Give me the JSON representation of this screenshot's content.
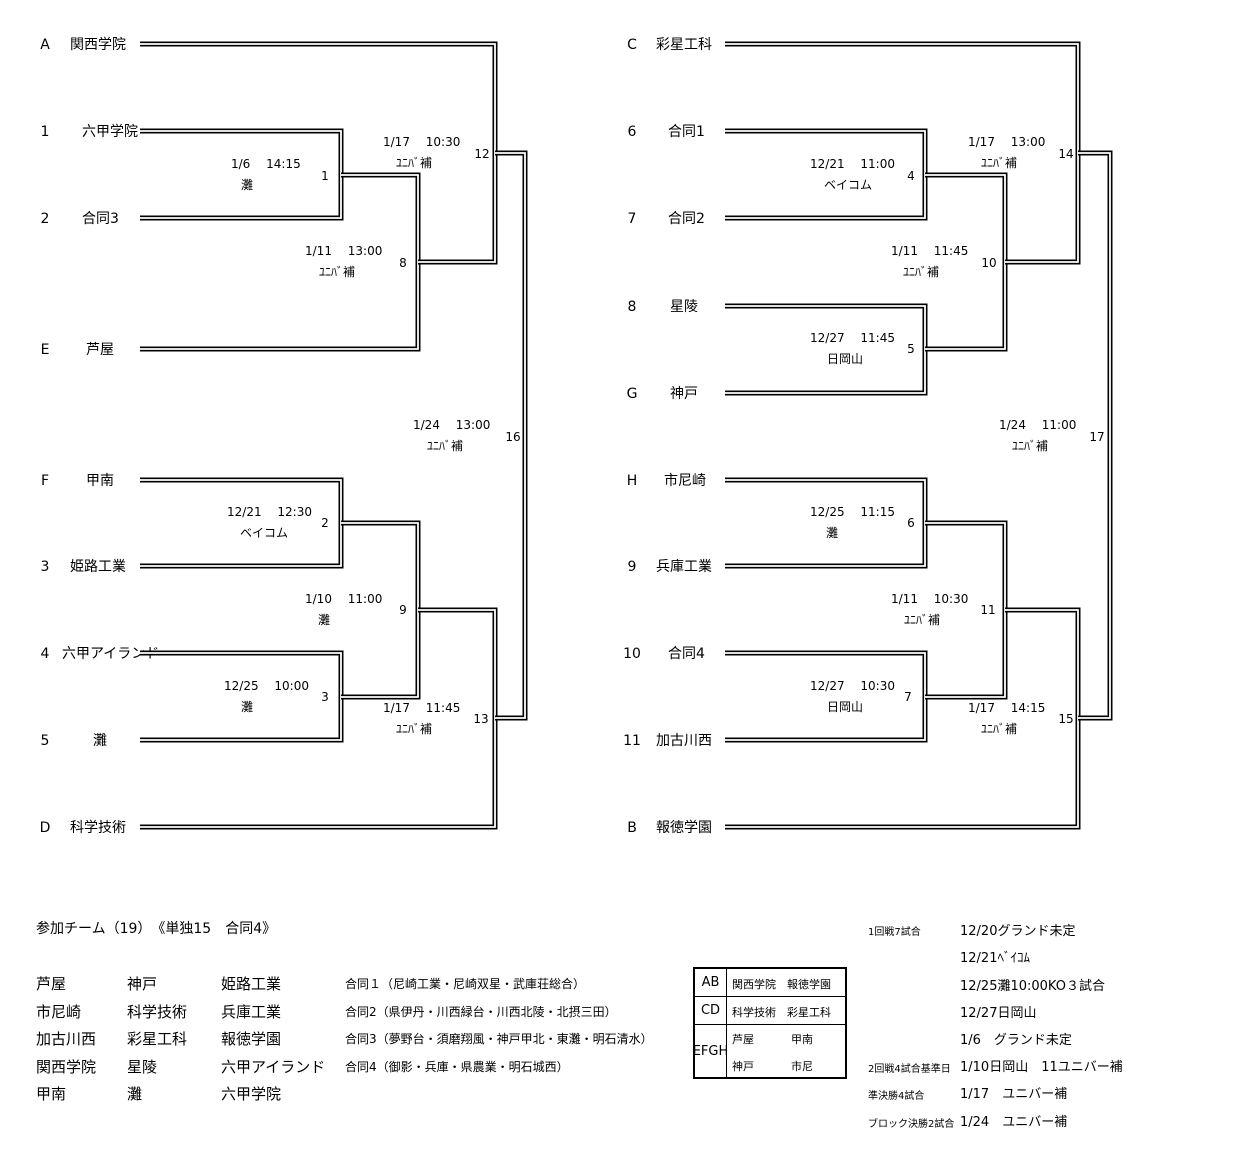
{
  "bracket": {
    "entries": [
      {
        "seed": "A",
        "team": "関西学院"
      },
      {
        "seed": "1",
        "team": "六甲学院"
      },
      {
        "seed": "2",
        "team": "合同3"
      },
      {
        "seed": "E",
        "team": "芦屋"
      },
      {
        "seed": "F",
        "team": "甲南"
      },
      {
        "seed": "3",
        "team": "姫路工業"
      },
      {
        "seed": "4",
        "team": "六甲アイランド"
      },
      {
        "seed": "5",
        "team": "灘"
      },
      {
        "seed": "D",
        "team": "科学技術"
      },
      {
        "seed": "C",
        "team": "彩星工科"
      },
      {
        "seed": "6",
        "team": "合同1"
      },
      {
        "seed": "7",
        "team": "合同2"
      },
      {
        "seed": "8",
        "team": "星陵"
      },
      {
        "seed": "G",
        "team": "神戸"
      },
      {
        "seed": "H",
        "team": "市尼崎"
      },
      {
        "seed": "9",
        "team": "兵庫工業"
      },
      {
        "seed": "10",
        "team": "合同4"
      },
      {
        "seed": "11",
        "team": "加古川西"
      },
      {
        "seed": "B",
        "team": "報徳学園"
      }
    ],
    "games": [
      {
        "no": "1",
        "date": "1/6",
        "time": "14:15",
        "venue": "灘"
      },
      {
        "no": "2",
        "date": "12/21",
        "time": "12:30",
        "venue": "ベイコム"
      },
      {
        "no": "3",
        "date": "12/25",
        "time": "10:00",
        "venue": "灘"
      },
      {
        "no": "4",
        "date": "12/21",
        "time": "11:00",
        "venue": "ベイコム"
      },
      {
        "no": "5",
        "date": "12/27",
        "time": "11:45",
        "venue": "日岡山"
      },
      {
        "no": "6",
        "date": "12/25",
        "time": "11:15",
        "venue": "灘"
      },
      {
        "no": "7",
        "date": "12/27",
        "time": "10:30",
        "venue": "日岡山"
      },
      {
        "no": "8",
        "date": "1/11",
        "time": "13:00",
        "venue": "ﾕﾆﾊﾞ補"
      },
      {
        "no": "9",
        "date": "1/10",
        "time": "11:00",
        "venue": "灘"
      },
      {
        "no": "10",
        "date": "1/11",
        "time": "11:45",
        "venue": "ﾕﾆﾊﾞ補"
      },
      {
        "no": "11",
        "date": "1/11",
        "time": "10:30",
        "venue": "ﾕﾆﾊﾞ補"
      },
      {
        "no": "12",
        "date": "1/17",
        "time": "10:30",
        "venue": "ﾕﾆﾊﾞ補"
      },
      {
        "no": "13",
        "date": "1/17",
        "time": "11:45",
        "venue": "ﾕﾆﾊﾞ補"
      },
      {
        "no": "14",
        "date": "1/17",
        "time": "13:00",
        "venue": "ﾕﾆﾊﾞ補"
      },
      {
        "no": "15",
        "date": "1/17",
        "time": "14:15",
        "venue": "ﾕﾆﾊﾞ補"
      },
      {
        "no": "16",
        "date": "1/24",
        "time": "13:00",
        "venue": "ﾕﾆﾊﾞ補"
      },
      {
        "no": "17",
        "date": "1/24",
        "time": "11:00",
        "venue": "ﾕﾆﾊﾞ補"
      }
    ]
  },
  "participants": {
    "title": "参加チーム（19）　《単独15　合同4》",
    "col1": [
      "芦屋",
      "市尼崎",
      "加古川西",
      "関西学院",
      "甲南"
    ],
    "col2": [
      "神戸",
      "科学技術",
      "彩星工科",
      "星陵",
      "灘"
    ],
    "col3": [
      "姫路工業",
      "兵庫工業",
      "報徳学園",
      "六甲アイランド",
      "六甲学院"
    ],
    "combined": [
      "合同１（尼崎工業・尼崎双星・武庫荘総合）",
      "合同2（県伊丹・川西緑台・川西北陵・北摂三田）",
      "合同3（夢野台・須磨翔風・神戸甲北・東灘・明石清水）",
      "合同4（御影・兵庫・県農業・明石城西）"
    ]
  },
  "blocks": {
    "ab_label": "AB",
    "ab_1": "関西学院",
    "ab_2": "報徳学園",
    "cd_label": "CD",
    "cd_1": "科学技術",
    "cd_2": "彩星工科",
    "ef_label": "EF",
    "gh_label": "GH",
    "ef_1": "芦屋",
    "ef_2": "甲南",
    "gh_1": "神戸",
    "gh_2": "市尼"
  },
  "schedule": {
    "r1_label": "1回戦7試合",
    "r1_lines": [
      "12/20グランド未定",
      "12/21ﾍﾞｲｺﾑ",
      "12/25灘10:00KO３試合",
      "12/27日岡山",
      "1/6　グランド未定"
    ],
    "r2_label": "2回戦4試合基準日",
    "r2_line": "1/10日岡山　11ユニバー補",
    "sf_label": "準決勝4試合",
    "sf_line": "1/17　ユニバー補",
    "final_label": "ブロック決勝2試合",
    "final_line": "1/24　ユニバー補"
  }
}
